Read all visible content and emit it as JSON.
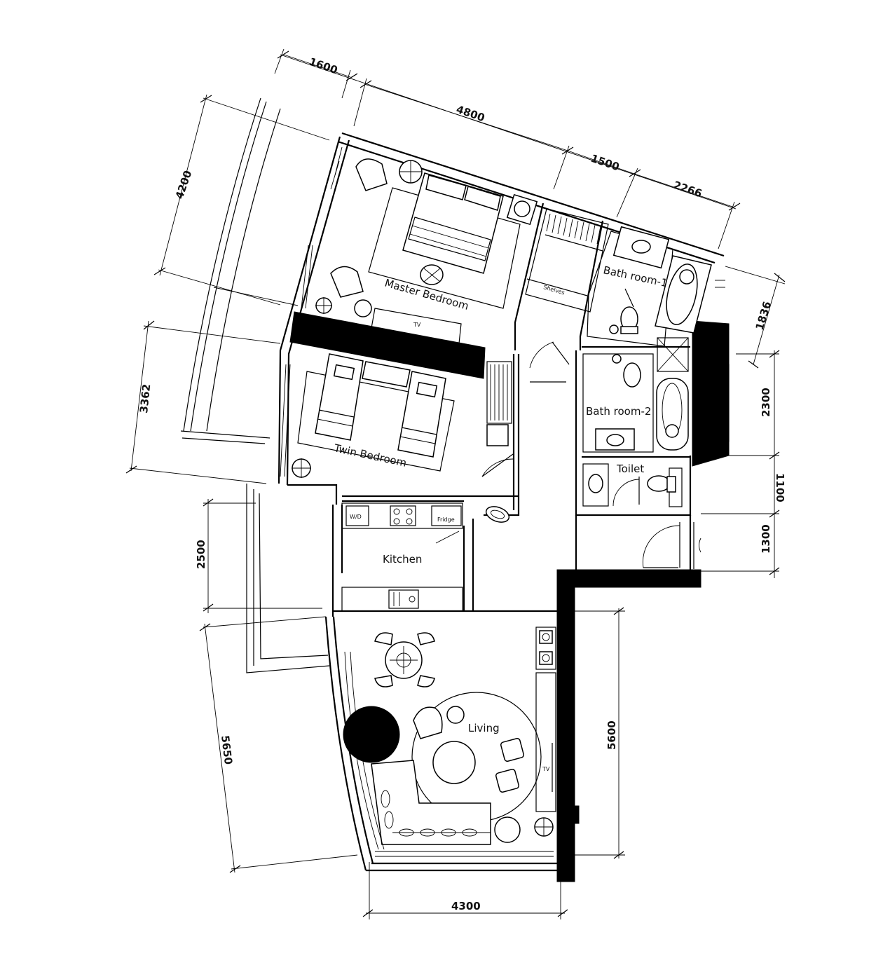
{
  "rooms": {
    "master_bedroom": "Master Bedroom",
    "twin_bedroom": "Twin Bedroom",
    "kitchen": "Kitchen",
    "living": "Living",
    "bathroom_1": "Bath room-1",
    "bathroom_2": "Bath room-2",
    "toilet": "Toilet"
  },
  "labels": {
    "tv_master": "TV",
    "tv_living": "TV",
    "shelves": "Shelves",
    "wd": "W/D",
    "fridge": "Fridge"
  },
  "dimensions": {
    "top_1": "1600",
    "top_2": "4800",
    "top_3": "1500",
    "top_4": "2266",
    "left_1": "4200",
    "left_2": "3362",
    "left_3": "2500",
    "left_4": "5650",
    "right_1": "1836",
    "right_2": "2300",
    "right_3": "1100",
    "right_4": "1300",
    "right_5": "5600",
    "bottom_1": "4300"
  }
}
